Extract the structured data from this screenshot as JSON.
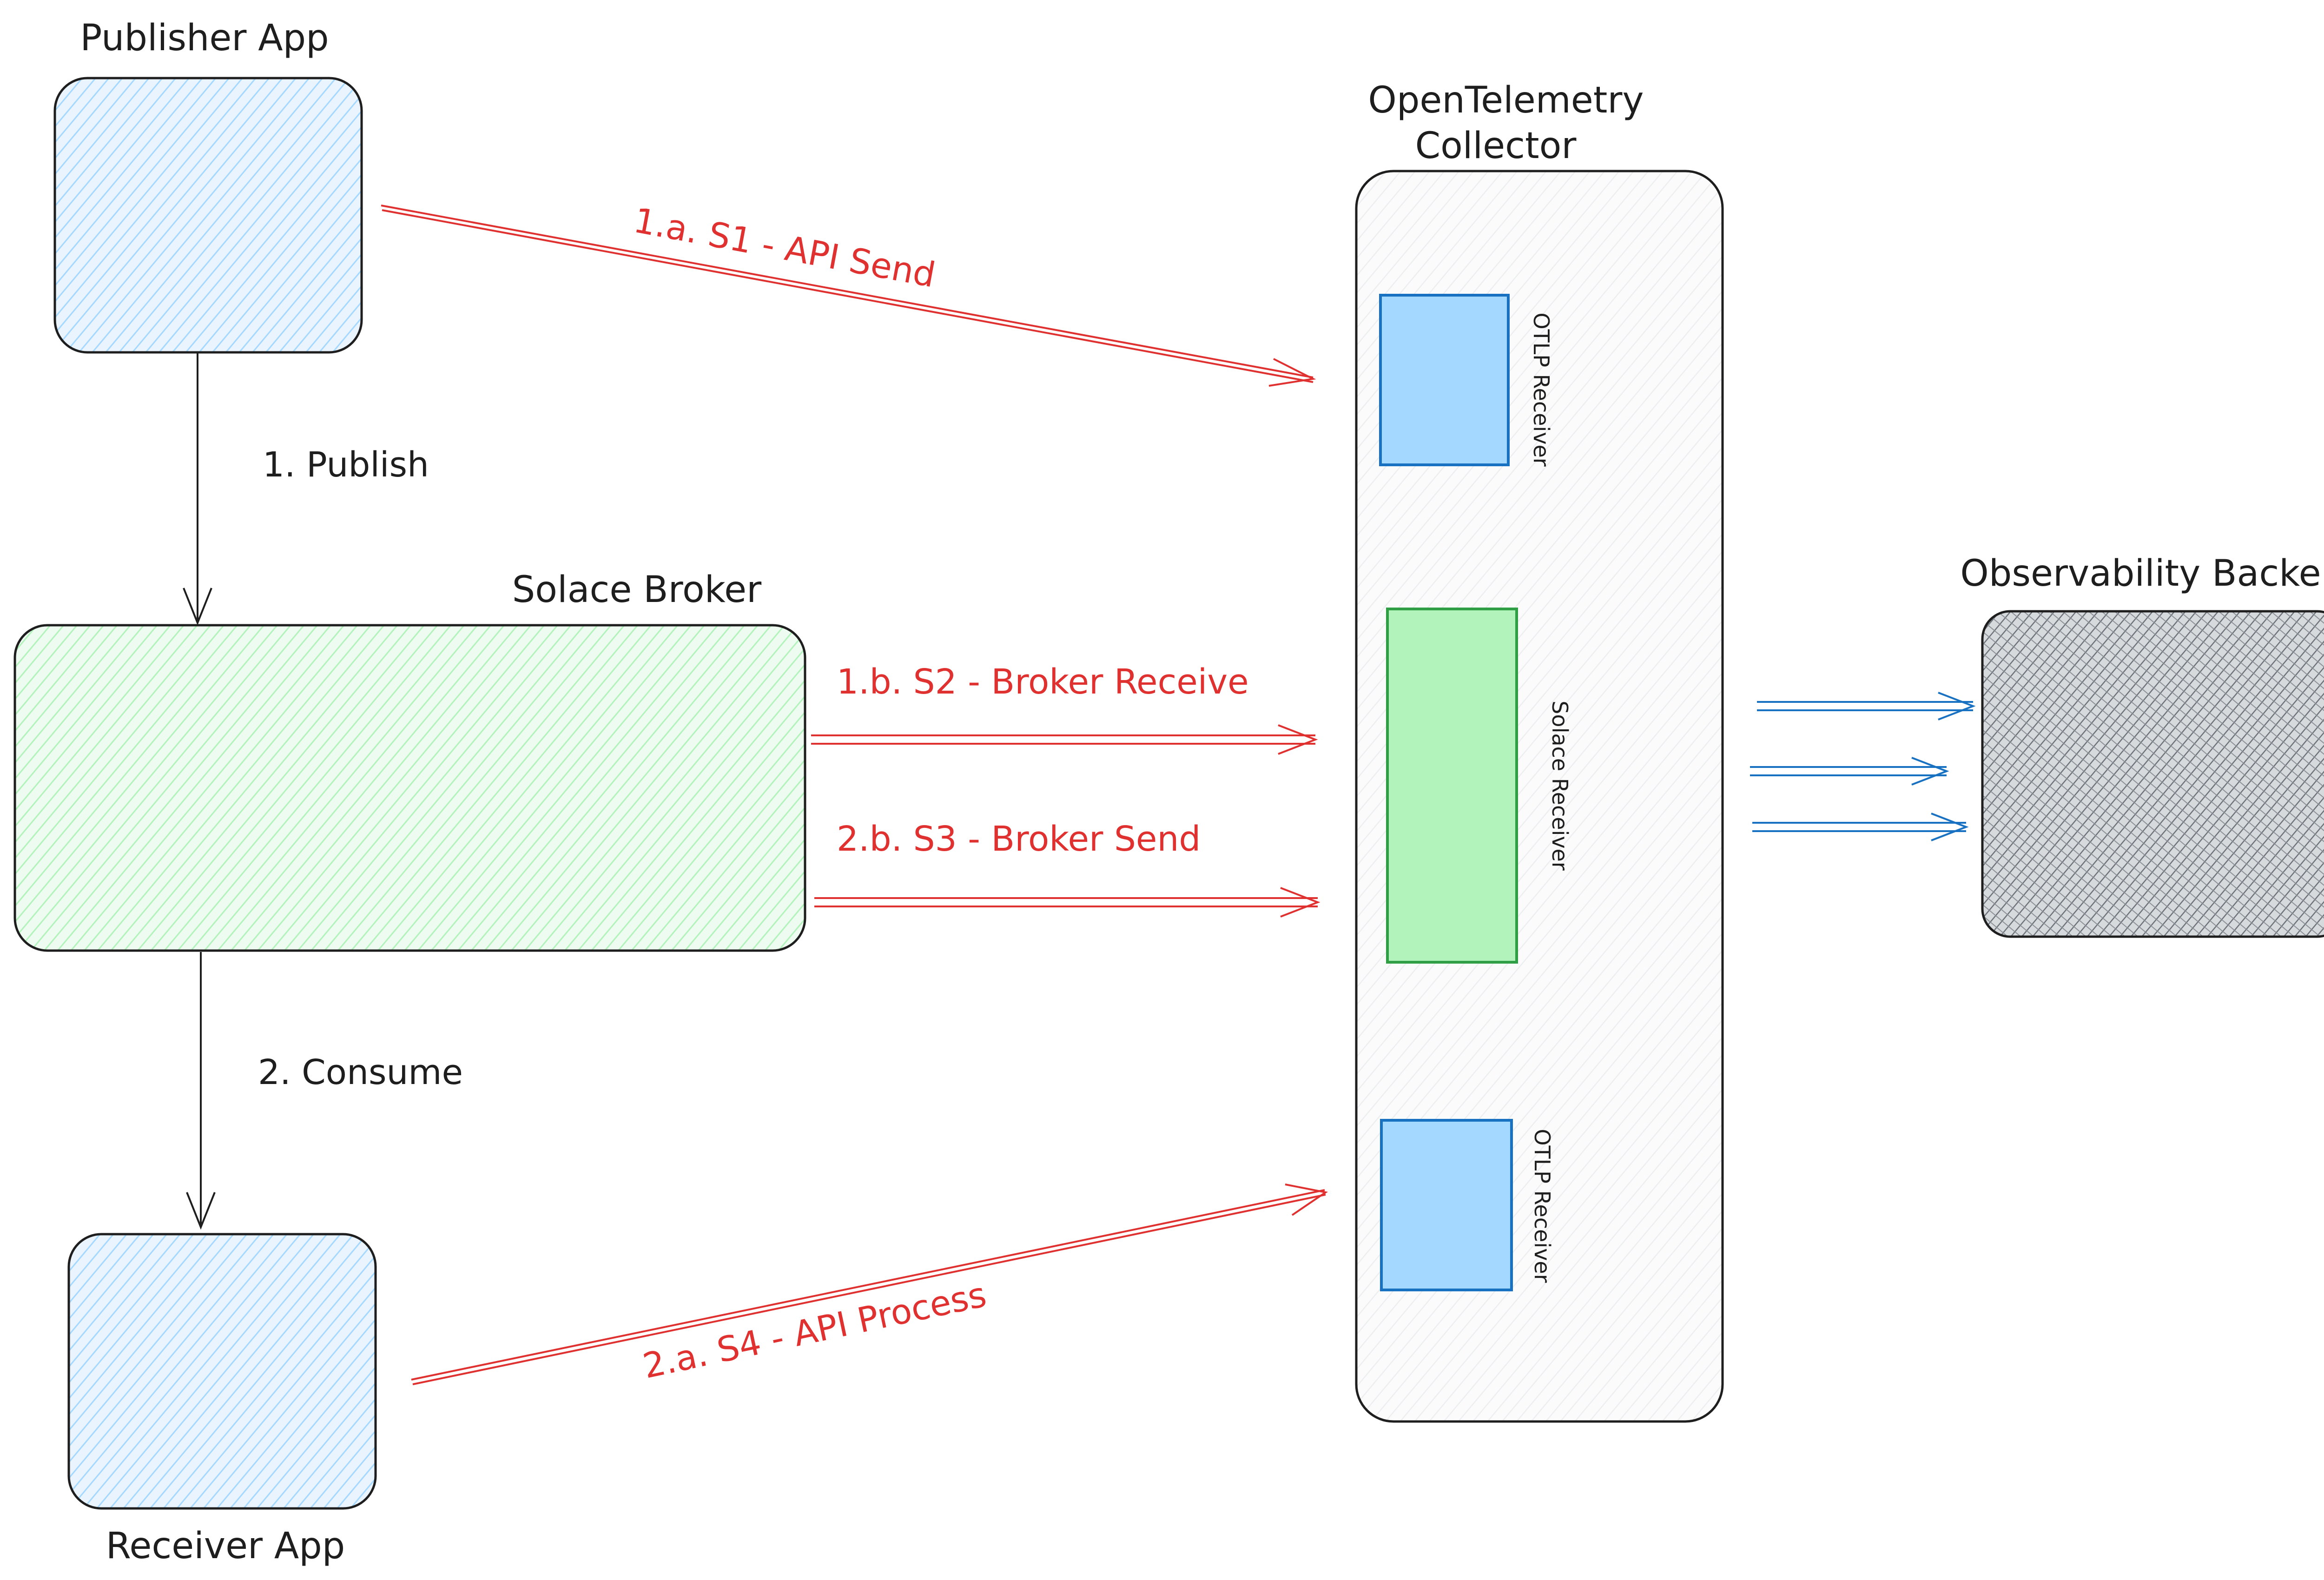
{
  "nodes": {
    "publisher_app": "Publisher App",
    "solace_broker": "Solace Broker",
    "receiver_app": "Receiver App",
    "collector": {
      "line1": "OpenTelemetry",
      "line2": "Collector"
    },
    "otlp_receiver_top": "OTLP Receiver",
    "solace_receiver": "Solace Receiver",
    "otlp_receiver_bottom": "OTLP Receiver",
    "observability_backend": "Observability Backend"
  },
  "edges": {
    "publish": "1. Publish",
    "consume": "2. Consume",
    "s1_api_send": "1.a. S1 - API Send",
    "s2_broker_receive": "1.b. S2 - Broker Receive",
    "s3_broker_send": "2.b. S3 - Broker Send",
    "s4_api_process": "2.a. S4 - API Process"
  },
  "colors": {
    "app_fill": "#a5d8ff",
    "broker_fill": "#b2f2bb",
    "collector_fill": "#f1f3f5",
    "backend_fill": "#868e96",
    "span_arrow": "#e03131",
    "export_arrow": "#1971c2",
    "stroke": "#1e1e1e"
  }
}
